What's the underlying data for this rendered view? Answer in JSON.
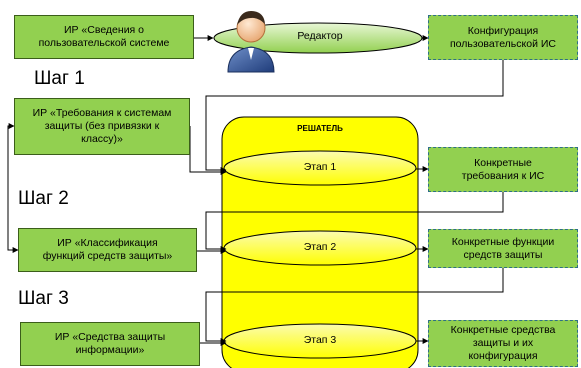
{
  "boxes": {
    "ir_sys_info": "ИР «Сведения о\nпользовательской системе",
    "ir_requirements": "ИР «Требования к системам\nзащиты (без привязки к\nклассу)»",
    "ir_classification": "ИР «Классификация\nфункций средств защиты»",
    "ir_protection_tools": "ИР «Средства защиты\nинформации»",
    "config_user_is": "Конфигурация\nпользовательской ИС",
    "concrete_requirements": "Конкретные\nтребования к ИС",
    "concrete_functions": "Конкретные функции\nсредств защиты",
    "concrete_tools": "Конкретные средства\nзащиты и их\nконфигурация"
  },
  "editor": {
    "label": "Редактор"
  },
  "solver": {
    "title": "РЕШАТЕЛЬ",
    "stages": [
      "Этап 1",
      "Этап 2",
      "Этап 3"
    ]
  },
  "steps": [
    "Шаг 1",
    "Шаг 2",
    "Шаг 3"
  ],
  "colors": {
    "box_fill": "#92d050",
    "solver_fill": "#ffff00",
    "solver_border": "#000000"
  }
}
